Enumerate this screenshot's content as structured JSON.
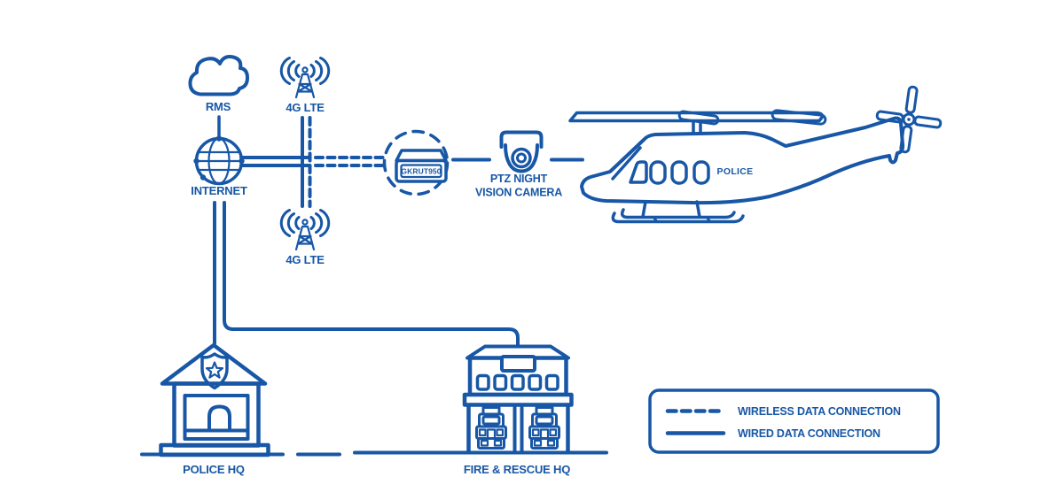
{
  "colors": {
    "ink": "#1757A6",
    "background": "#FFFFFF"
  },
  "nodes": {
    "rms": {
      "icon": "cloud-icon",
      "label": "RMS"
    },
    "internet": {
      "icon": "globe-icon",
      "label": "INTERNET"
    },
    "lte_top": {
      "icon": "cell-tower-icon",
      "label": "4G LTE"
    },
    "lte_bottom": {
      "icon": "cell-tower-icon",
      "label": "4G LTE"
    },
    "router": {
      "icon": "router-icon",
      "label": "GKRUT950"
    },
    "camera": {
      "icon": "ptz-camera-icon",
      "label_line1": "PTZ NIGHT",
      "label_line2": "VISION CAMERA"
    },
    "helicopter": {
      "icon": "helicopter-icon",
      "marking": "POLICE"
    },
    "police_hq": {
      "icon": "police-station-icon",
      "label": "POLICE HQ"
    },
    "fire_hq": {
      "icon": "fire-station-icon",
      "label": "FIRE & RESCUE HQ"
    }
  },
  "legend": {
    "wireless_label": "WIRELESS DATA CONNECTION",
    "wired_label": "WIRED DATA CONNECTION"
  }
}
